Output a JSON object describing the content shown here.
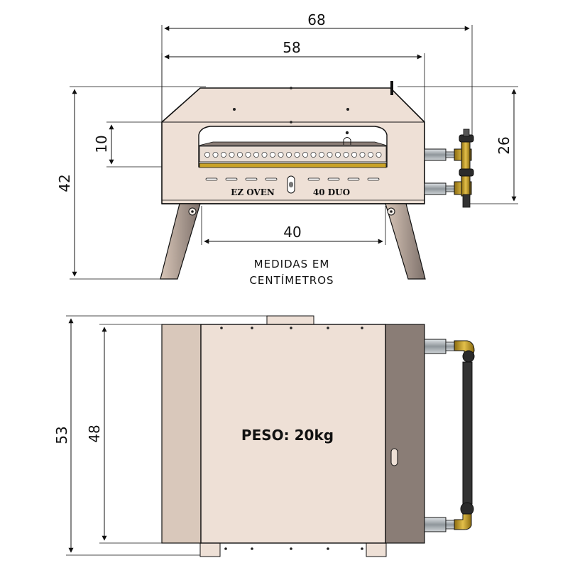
{
  "dimensions": {
    "overall_width": "68",
    "body_width": "58",
    "opening_width": "40",
    "overall_height": "42",
    "opening_height": "10",
    "gas_inlet_spacing": "26",
    "overall_depth": "53",
    "body_depth": "48"
  },
  "note": {
    "line1": "MEDIDAS EM",
    "line2": "CENTÍMETROS"
  },
  "branding": {
    "model_left": "EZ OVEN",
    "model_right": "40 DUO"
  },
  "weight_label": "PESO: 20kg",
  "colors": {
    "body": "#eee0d6",
    "side_panel": "#d9c8bb",
    "dark_panel": "#8a7d76",
    "brass": "#c9a227",
    "steel": "#9aa1a6",
    "hose": "#333333",
    "line": "#111111"
  }
}
